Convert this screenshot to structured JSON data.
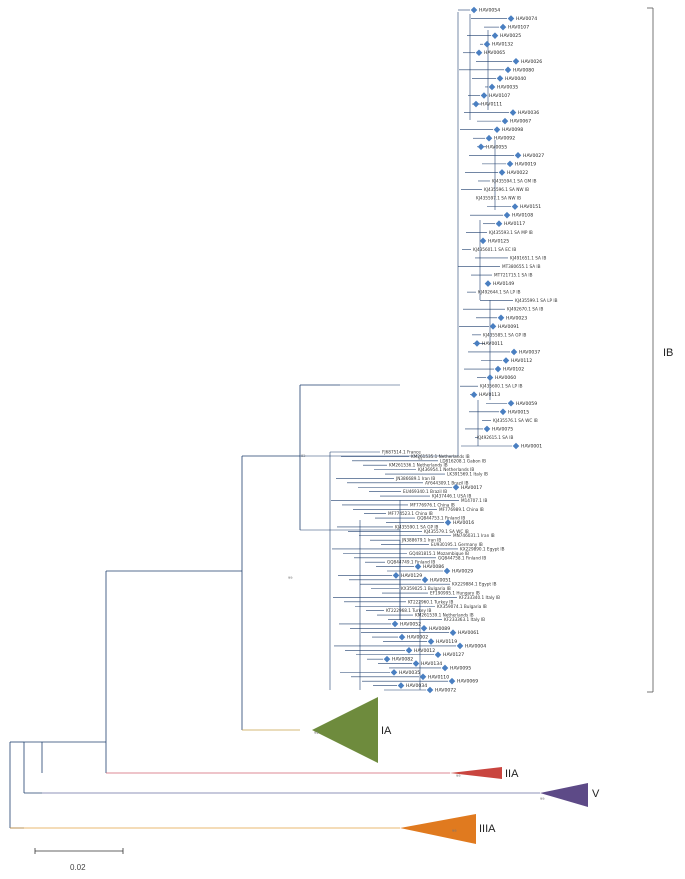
{
  "clades": {
    "ib": "IB",
    "ia": "IA",
    "iia": "IIA",
    "v": "V",
    "iiia": "IIIA"
  },
  "colors": {
    "ia": "#6e8b3d",
    "iia": "#c9453f",
    "v": "#5d4a87",
    "iiia": "#e07a1f",
    "marker": "#4a7fc1",
    "branch": "#1f3f6e"
  },
  "bootstrap": {
    "ib": "99",
    "ia": "94",
    "iia": "99",
    "v": "99",
    "iiia": "99",
    "ib_inner": "82",
    "ib_lower": "94"
  },
  "scale": {
    "label": "0.02"
  },
  "hav_tips": [
    "HAV0054",
    "HAV0074",
    "HAV0107",
    "HAV0025",
    "HAV0132",
    "HAV0065",
    "HAV0026",
    "HAV0080",
    "HAV0040",
    "HAV0035",
    "HAV0107",
    "HAV0111",
    "HAV0036",
    "HAV0067",
    "HAV0098",
    "HAV0092",
    "HAV0055",
    "HAV0027",
    "HAV0019",
    "HAV0022",
    "HAV0151",
    "HAV0108",
    "HAV0117",
    "HAV0125",
    "HAV0149",
    "HAV0023",
    "HAV0091",
    "HAV0011",
    "HAV0037",
    "HAV0112",
    "HAV0102",
    "HAV0060",
    "HAV0113",
    "HAV0059",
    "HAV0015",
    "HAV0075",
    "HAV0001",
    "HAV0017",
    "HAV0016",
    "HAV0086",
    "HAV0029",
    "HAV0129",
    "HAV0051",
    "HAV0052",
    "HAV0089",
    "HAV0061",
    "HAV0002",
    "HAV0119",
    "HAV0004",
    "HAV0012",
    "HAV0127",
    "HAV0082",
    "HAV0134",
    "HAV0095",
    "HAV0035",
    "HAV0110",
    "HAV0069",
    "HAV0034",
    "HAV0072"
  ],
  "ref_tips": [
    "KJ435594.1 SA GM IB",
    "KJ435596.1 SA NW IB",
    "KJ435597.1 SA NW IB",
    "KJ435593.1 SA MP IB",
    "KJ435601.1 SA EC IB",
    "KJ491651.1 SA IB",
    "MT380655.1 SA IB",
    "MT721715.1 SA IB",
    "KJ492644.1 SA LP IB",
    "KJ435599.1 SA LP IB",
    "KJ492670.1 SA IB",
    "KJ435585.1 SA GP IB",
    "KJ435600.1 SA LP IB",
    "KJ435576.1 SA WC IB",
    "KJ492615.1 SA IB",
    "FJ687514.1 France",
    "KM261535.1 Netherlands IB",
    "LD816208.1 Gabon IB",
    "KM261536.1 Netherlands IB",
    "KJ436954.1 Netherlands IB",
    "LK391569.1 Italy IB",
    "JN386689.1 Iran IB",
    "AY644309.1 Brazil IB",
    "EU469340.1 Brazil IB",
    "KJ437446.1 USA IB",
    "M14707.1 IB",
    "MF776976.1 China IB",
    "MF776989.1 China IB",
    "MF774523.1 China IB",
    "GQ844753.1 Finland IB",
    "KJ435590.1 SA GP IB",
    "KJ435579.1 SA WC IB",
    "MN746031.1 Iran IB",
    "JN388679.1 Iran IB",
    "EU930195.1 Germany IB",
    "KX229890.1 Egypt IB",
    "GQ481815.1 Mozambique IB",
    "GQ844758.1 Finland IB",
    "GQ844749.1 Finland IB",
    "KX229884.1 Egypt IB",
    "KX359025.1 Bulgaria IB",
    "EF190995.1 Hungary IB",
    "KF233340.1 Italy IB",
    "KT222960.1 Turkey IB",
    "KX359074.1 Bulgaria IB",
    "KT222968.1 Turkey IB",
    "KM261539.1 Netherlands IB",
    "KF233363.1 Italy IB"
  ]
}
